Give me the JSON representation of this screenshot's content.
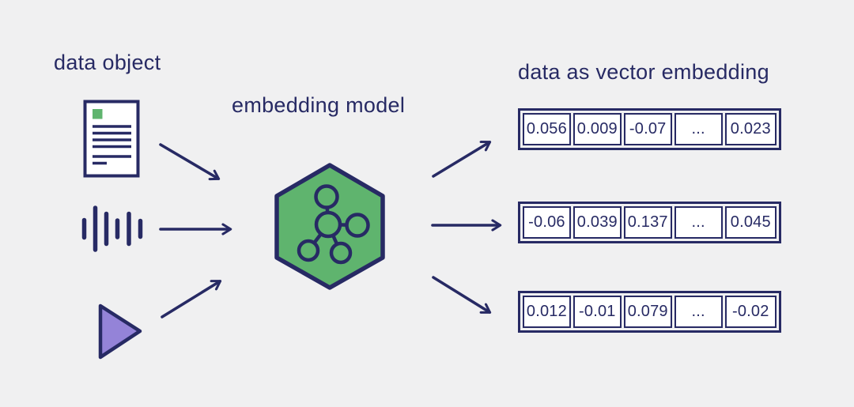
{
  "colors": {
    "background": "#f0f0f1",
    "navy": "#272a64",
    "green": "#5fb46e",
    "purple": "#9483d8",
    "cell_fill": "#ffffff"
  },
  "labels": {
    "data_object": "data object",
    "embedding_model": "embedding model",
    "vector_embedding": "data as vector embedding"
  },
  "icons": {
    "document": "document-icon",
    "audio": "audio-waveform-icon",
    "video": "play-triangle-icon",
    "model": "hexagon-network-icon",
    "arrows": "arrow-icon"
  },
  "vectors": {
    "rows": [
      {
        "values": [
          "0.056",
          "0.009",
          "-0.07",
          "...",
          "0.023"
        ]
      },
      {
        "values": [
          "-0.06",
          "0.039",
          "0.137",
          "...",
          "0.045"
        ]
      },
      {
        "values": [
          "0.012",
          "-0.01",
          "0.079",
          "...",
          "-0.02"
        ]
      }
    ]
  }
}
